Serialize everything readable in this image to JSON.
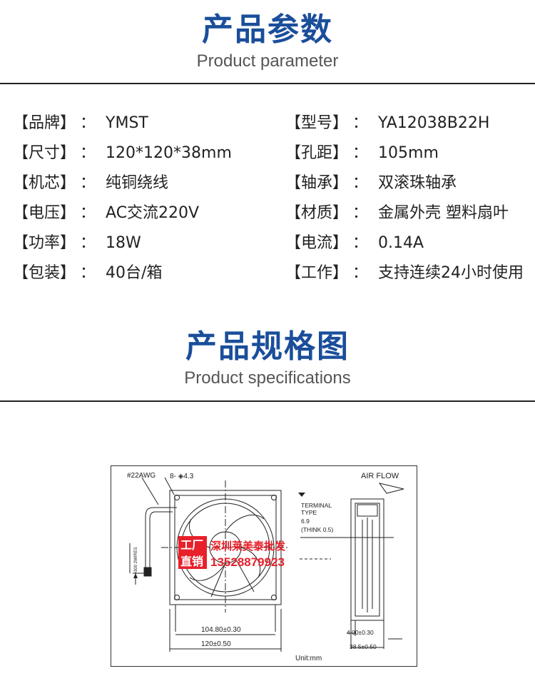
{
  "section1": {
    "title": "产品参数",
    "subtitle": "Product parameter"
  },
  "params": {
    "left": [
      {
        "key": "【品牌】",
        "value": "YMST"
      },
      {
        "key": "【尺寸】",
        "value": "120*120*38mm"
      },
      {
        "key": "【机芯】",
        "value": "纯铜绕线"
      },
      {
        "key": "【电压】",
        "value": "AC交流220V"
      },
      {
        "key": "【功率】",
        "value": "18W"
      },
      {
        "key": "【包装】",
        "value": "40台/箱"
      }
    ],
    "right": [
      {
        "key": "【型号】",
        "value": "YA12038B22H"
      },
      {
        "key": "【孔距】",
        "value": "105mm"
      },
      {
        "key": "【轴承】",
        "value": "双滚珠轴承"
      },
      {
        "key": "【材质】",
        "value": "金属外壳 塑料扇叶"
      },
      {
        "key": "【电流】",
        "value": "0.14A"
      },
      {
        "key": "【工作】",
        "value": "支持连续24小时使用"
      }
    ],
    "colon": "："
  },
  "section2": {
    "title": "产品规格图",
    "subtitle": "Product specifications"
  },
  "drawing": {
    "wire_gauge": "#22AWG",
    "holes": "8- ◈4.3",
    "air_flow": "AIR FLOW",
    "terminal_lines": [
      "TERMINAL",
      "TYPE",
      "6.9",
      "(THINK 0.5)"
    ],
    "wires_label": "300 2WIRES",
    "dim_hole_spacing": "104.80±0.30",
    "dim_width": "120±0.50",
    "dim_side_small": "4.00±0.30",
    "dim_depth": "38.5±0.50",
    "unit": "Unit:mm",
    "watermark_badge": [
      "工厂",
      "直销"
    ],
    "watermark_company": "深圳莱美泰批发",
    "watermark_phone": "13528879923",
    "colors": {
      "title_blue": "#1a4e9a",
      "watermark_red": "#e8202a"
    }
  }
}
